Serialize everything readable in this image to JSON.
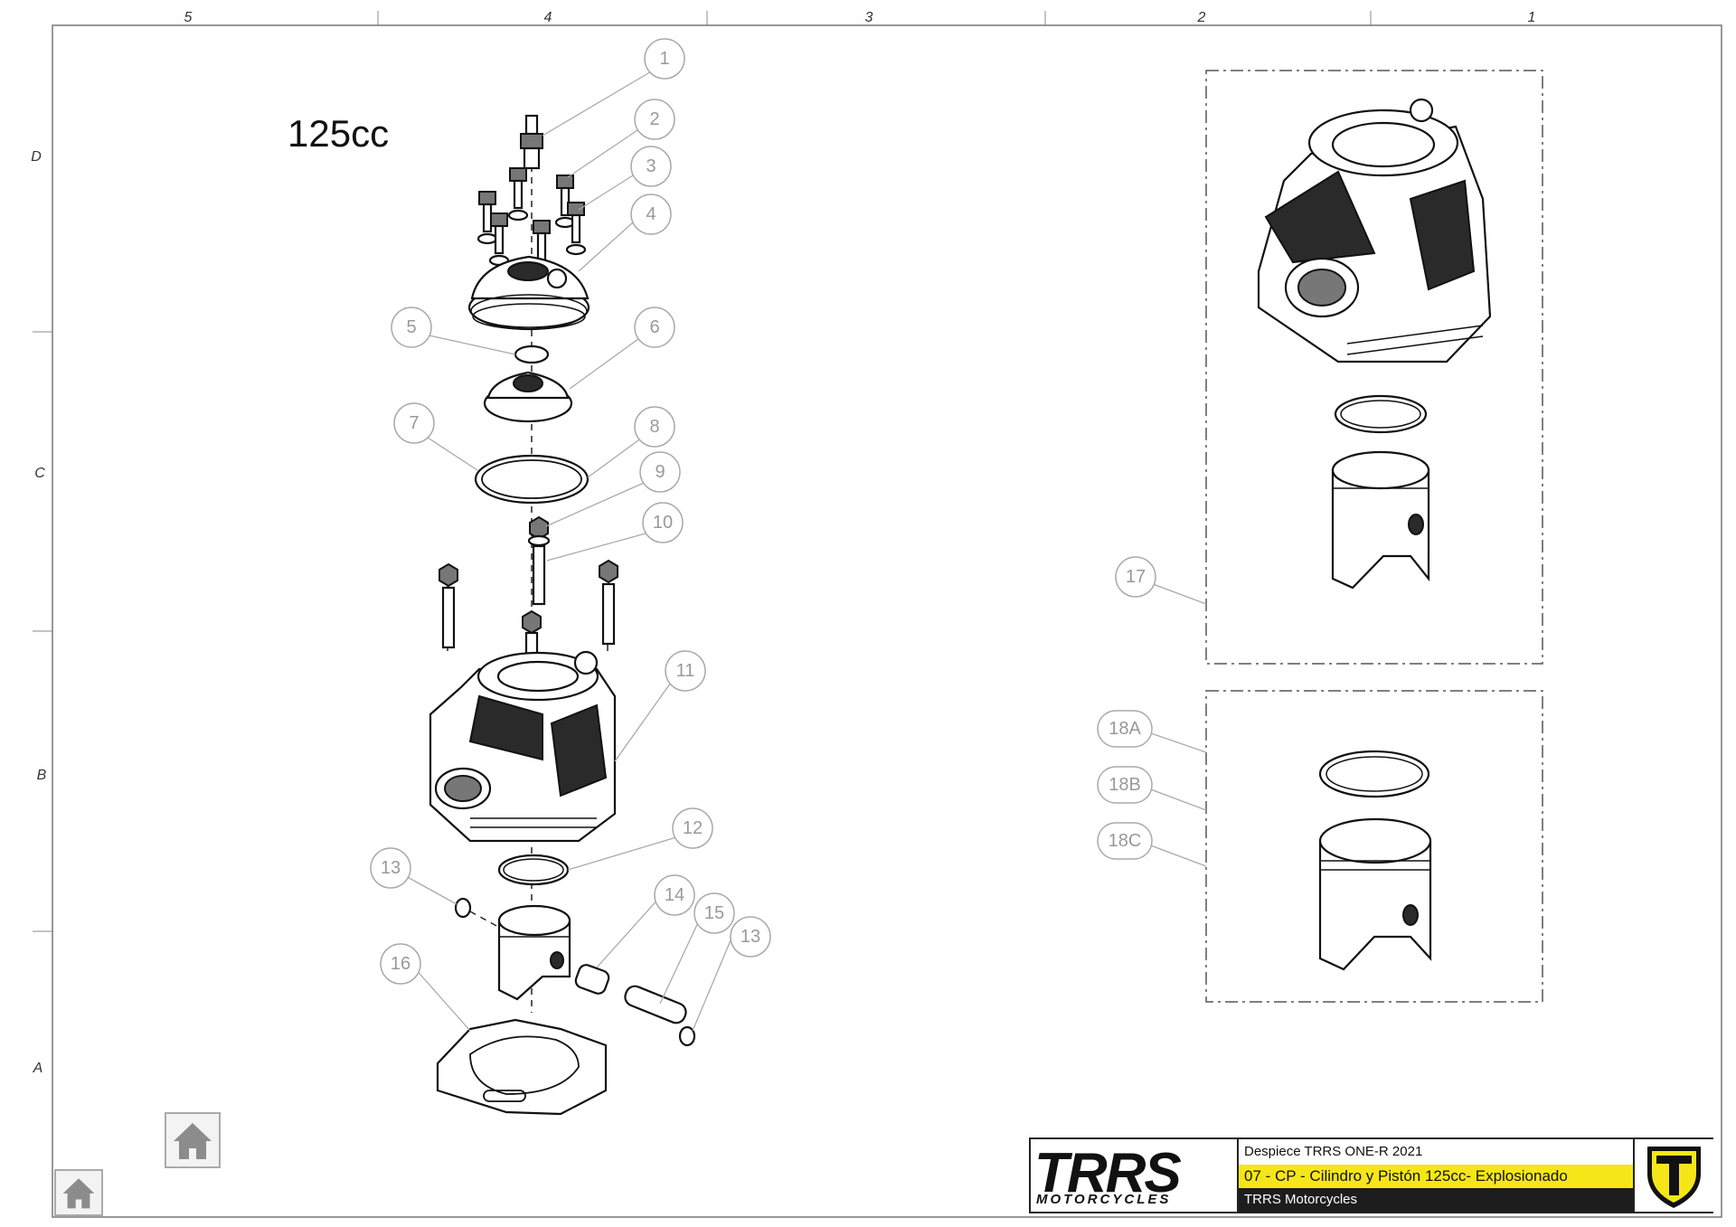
{
  "sheet": {
    "zone_columns": [
      "5",
      "4",
      "3",
      "2",
      "1"
    ],
    "zone_rows": [
      "D",
      "C",
      "B",
      "A"
    ],
    "engine_label": "125cc"
  },
  "callouts": [
    "1",
    "2",
    "3",
    "4",
    "5",
    "6",
    "7",
    "8",
    "9",
    "10",
    "11",
    "12",
    "13",
    "14",
    "15",
    "13",
    "16",
    "17",
    "18A",
    "18B",
    "18C"
  ],
  "title_block": {
    "brand": "TRRS",
    "brand_sub": "MOTORCYCLES",
    "row1": "Despiece TRRS ONE-R  2021",
    "row2": "07 - CP - Cilindro y Pistón 125cc- Explosionado",
    "row3": "TRRS Motorcycles",
    "accent_color": "#f5e619"
  },
  "nav": {
    "home_icon": "home-icon"
  }
}
